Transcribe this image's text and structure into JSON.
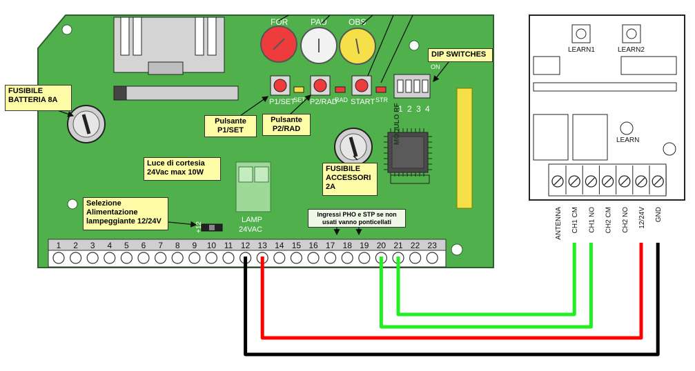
{
  "board": {
    "trimmers": [
      "FOR",
      "PAU",
      "OBS"
    ],
    "buttons": [
      "P1/SET",
      "P2/RAD",
      "START"
    ],
    "leds": [
      "SET",
      "RAD",
      "STR"
    ],
    "dip_numbers": [
      "1",
      "2",
      "3",
      "4"
    ],
    "dip_on": "ON",
    "module_label": "MODULO RF",
    "lamp_connector": [
      "LAMP",
      "24VAC"
    ],
    "jumper_label": "+12",
    "terminals": [
      "1",
      "2",
      "3",
      "4",
      "5",
      "6",
      "7",
      "8",
      "9",
      "10",
      "11",
      "12",
      "13",
      "14",
      "15",
      "16",
      "17",
      "18",
      "19",
      "20",
      "21",
      "22",
      "23"
    ]
  },
  "callouts": {
    "fusibile_batteria": [
      "FUSIBILE",
      "BATTERIA 8A"
    ],
    "pulsante_p1": [
      "Pulsante",
      "P1/SET"
    ],
    "pulsante_p2": [
      "Pulsante",
      "P2/RAD"
    ],
    "dip_switches": [
      "DIP SWITCHES"
    ],
    "luce_cortesia": [
      "Luce di cortesia",
      "24Vac max 10W"
    ],
    "fusibile_accessori": [
      "FUSIBILE",
      "ACCESSORI",
      "2A"
    ],
    "selezione": [
      "Selezione",
      "Alimentazione",
      "lampeggiante 12/24V"
    ],
    "ingressi": [
      "Ingressi PHO e STP se non",
      "usati vanno ponticellati"
    ]
  },
  "receiver": {
    "learn1": "LEARN1",
    "learn2": "LEARN2",
    "learn": "LEARN",
    "terminals": [
      "ANTENNA",
      "CH1 CM",
      "CH1 NO",
      "CH2 CM",
      "CH2 NO",
      "12/24V",
      "GND"
    ]
  },
  "wires": [
    {
      "from": "12",
      "to": "GND",
      "color": "#000000"
    },
    {
      "from": "13",
      "to": "12/24V",
      "color": "#ff0000"
    },
    {
      "from": "20",
      "to": "CH1 NO",
      "color": "#22ee22"
    },
    {
      "from": "21",
      "to": "CH1 CM",
      "color": "#22ee22"
    }
  ],
  "colors": {
    "board": "#4fb04c",
    "board_outline": "#2f5f2f",
    "callout": "#fffca8",
    "trimmer_for": "#ee3b3b",
    "trimmer_pau": "#f2f2f2",
    "trimmer_obs": "#f5e04a"
  }
}
